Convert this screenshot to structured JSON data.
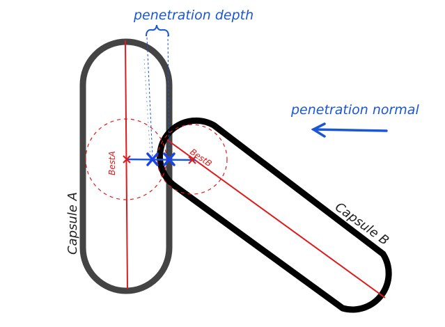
{
  "labels": {
    "penetration_depth": "penetration depth",
    "penetration_normal": "penetration normal",
    "capsule_a": "Capsule A",
    "capsule_b": "Capsule B",
    "best_a": "BestA",
    "best_b": "BestB"
  },
  "colors": {
    "capsule_a_outline": "#444444",
    "capsule_b_outline": "#000000",
    "axis_red": "#e01a1a",
    "annotation_blue": "#1a56d6",
    "cross_blue": "#1a44e6"
  },
  "icons": {
    "depth_brace": "curly-brace-icon",
    "normal_arrow": "left-arrow-icon",
    "contact_marker": "x-cross-icon"
  }
}
